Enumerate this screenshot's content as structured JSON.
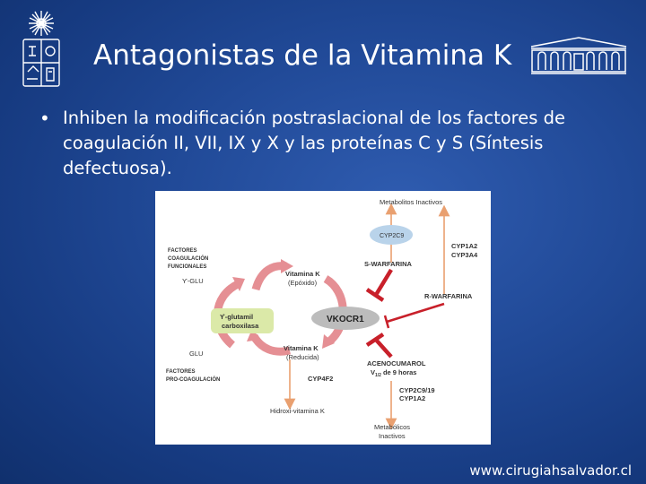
{
  "slide": {
    "title": "Antagonistas de la Vitamina K",
    "bullet": "Inhiben la modificación postraslacional de los factores de coagulación II, VII, IX y X y las proteínas C y S (Síntesis defectuosa).",
    "footer": "www.cirugiahsalvador.cl"
  },
  "diagram": {
    "metabolitos_top": "Metabolitos Inactivos",
    "cyp2c9": "CYP2C9",
    "cyp1a2": "CYP1A2",
    "cyp3a4": "CYP3A4",
    "s_warfarina": "S-WARFARINA",
    "r_warfarina": "R-WARFARINA",
    "factores_func_1": "FACTORES",
    "factores_func_2": "COAGULACIÓN",
    "factores_func_3": "FUNCIONALES",
    "gamma_glu": "ϒ-GLU",
    "vitk_epox_1": "Vitamina K",
    "vitk_epox_2": "(Epóxido)",
    "gamma_carbox_1": "ϒ-glutamil",
    "gamma_carbox_2": "carboxilasa",
    "vkocr1": "VKOCR1",
    "glu": "GLU",
    "vitk_red_1": "Vitamina K",
    "vitk_red_2": "(Reducida)",
    "factores_pro_1": "FACTORES",
    "factores_pro_2": "PRO-COAGULACIÓN",
    "cyp4f2": "CYP4F2",
    "hidroxi": "Hidroxi-vitamina K",
    "acenocumarol": "ACENOCUMAROL",
    "v12_v": "V",
    "v12_sub": "1/2",
    "v12_rest": "de 9 horas",
    "cyp2c9_19": "CYP2C9/19",
    "cyp1a2_b": "CYP1A2",
    "metab_bottom_1": "Metabólicos",
    "metab_bottom_2": "Inactivos"
  },
  "colors": {
    "background": "#214a98",
    "arrow_orange": "#e9a070",
    "arrow_pink": "#e58f94",
    "inhibitor_red": "#c8202a",
    "ellipse_blue": "#b9d3ea",
    "carbox_green": "#dbe9a8"
  }
}
